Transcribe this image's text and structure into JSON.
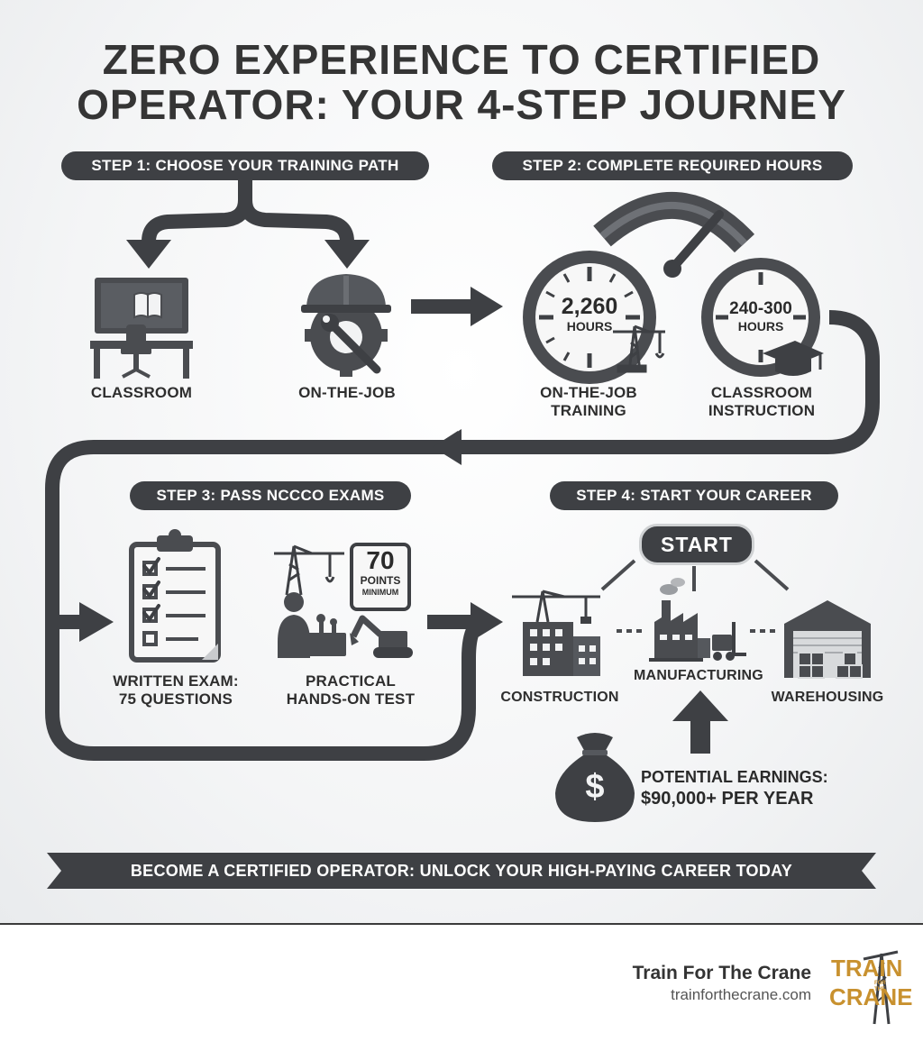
{
  "title": {
    "line1": "ZERO EXPERIENCE TO CERTIFIED",
    "line2": "OPERATOR: YOUR 4-STEP JOURNEY"
  },
  "steps": [
    {
      "label": "STEP 1: CHOOSE YOUR TRAINING PATH"
    },
    {
      "label": "STEP 2: COMPLETE REQUIRED HOURS"
    },
    {
      "label": "STEP 3: PASS NCCCO EXAMS"
    },
    {
      "label": "STEP 4: START YOUR CAREER"
    }
  ],
  "step1": {
    "paths": [
      "CLASSROOM",
      "ON-THE-JOB"
    ]
  },
  "step2": {
    "clocks": [
      {
        "value": "2,260",
        "unit": "HOURS",
        "caption_line1": "ON-THE-JOB",
        "caption_line2": "TRAINING"
      },
      {
        "value": "240-300",
        "unit": "HOURS",
        "caption_line1": "CLASSROOM",
        "caption_line2": "INSTRUCTION"
      }
    ]
  },
  "step3": {
    "written": {
      "line1": "WRITTEN EXAM:",
      "line2": "75 QUESTIONS"
    },
    "practical": {
      "line1": "PRACTICAL",
      "line2": "HANDS-ON TEST"
    },
    "score": {
      "value": "70",
      "line1": "POINTS",
      "line2": "MINIMUM"
    }
  },
  "step4": {
    "start": "START",
    "industries": [
      "CONSTRUCTION",
      "MANUFACTURING",
      "WAREHOUSING"
    ],
    "earnings": {
      "line1": "POTENTIAL EARNINGS:",
      "line2": "$90,000+ PER YEAR"
    },
    "dollar_sign": "$"
  },
  "banner": "BECOME A CERTIFIED OPERATOR: UNLOCK YOUR HIGH-PAYING CAREER TODAY",
  "footer": {
    "brand": "Train For The Crane",
    "url": "trainforthecrane.com",
    "logo": {
      "line1": "TRAIN",
      "small": "FOR THE",
      "line2": "CRANE"
    }
  },
  "colors": {
    "dark": "#3e4044",
    "icon": "#4a4c50",
    "light": "#f2f3f4",
    "accent": "#c8912f"
  }
}
